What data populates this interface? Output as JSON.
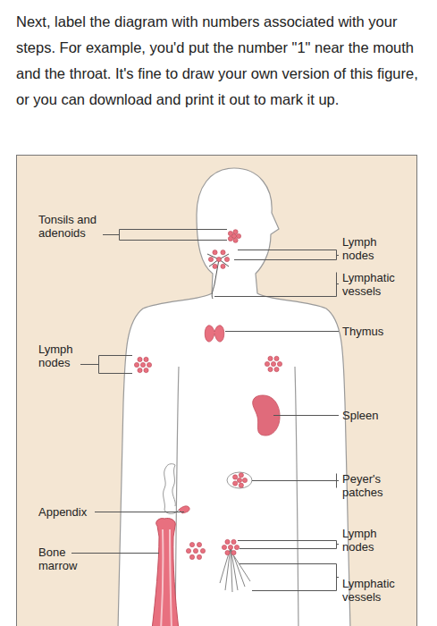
{
  "diagram": {
    "labels": [
      "Next, label the diagram with numbers associated with your steps. For example, you'd put the number \"1\" near the mouth and the throat. It's fine to draw your own version of this figure, or you can download and print it out to mark it up.",
      "Tonsils and adenoids",
      "Lymph nodes",
      "Lymphatic vessels",
      "Thymus",
      "Lymph nodes",
      "Spleen",
      "Peyer's patches",
      "Appendix",
      "Bone marrow",
      "Lymph nodes",
      "Lymphatic vessels"
    ]
  }
}
